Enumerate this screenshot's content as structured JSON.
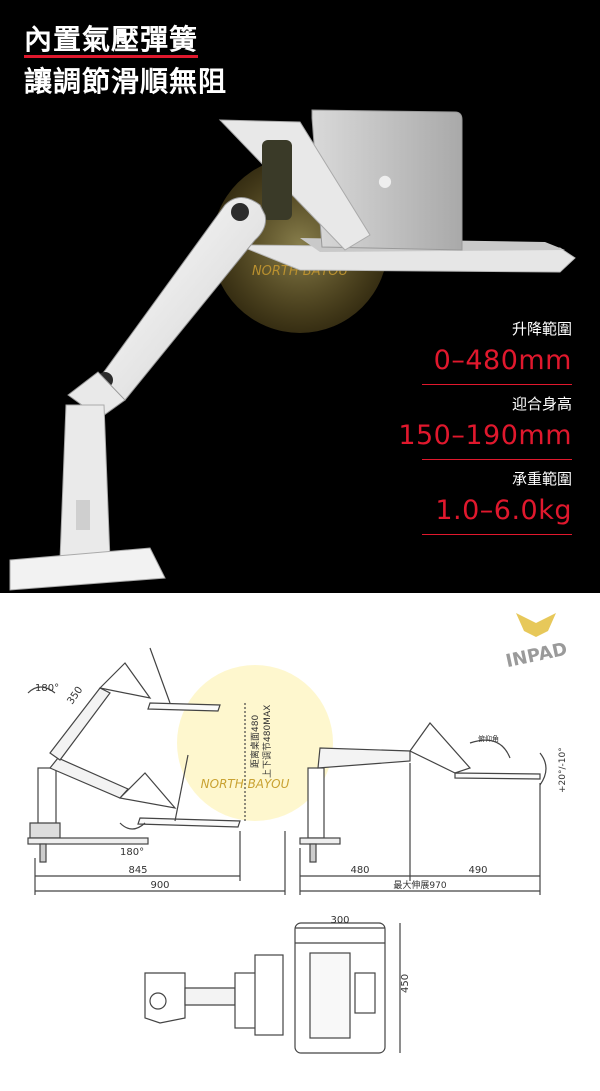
{
  "hero": {
    "title_highlight": "內置氣壓彈簧",
    "title_line2": "讓調節滑順無阻",
    "watermark": "NORTH BAYOU",
    "specs": [
      {
        "label": "升降範圍",
        "value": "0–480mm"
      },
      {
        "label": "迎合身高",
        "value": "150–190mm"
      },
      {
        "label": "承重範圍",
        "value": "1.0–6.0kg"
      }
    ],
    "colors": {
      "accent": "#e0182d",
      "background": "#000000"
    }
  },
  "drawing": {
    "brand_logo": "INPAD",
    "watermark": "NORTH BAYOU",
    "rotation_top": "180°",
    "rotation_bottom": "180°",
    "dim_350": "350",
    "height_note_1": "距离桌面480",
    "height_note_2": "上下调节480MAX",
    "dim_845": "845",
    "dim_900": "900",
    "dim_480": "480",
    "dim_490": "490",
    "max_extension": "最大伸展970",
    "tilt_range": "+20°/-10°",
    "tilt_label": "俯仰角",
    "dim_300": "300",
    "dim_450": "450"
  }
}
